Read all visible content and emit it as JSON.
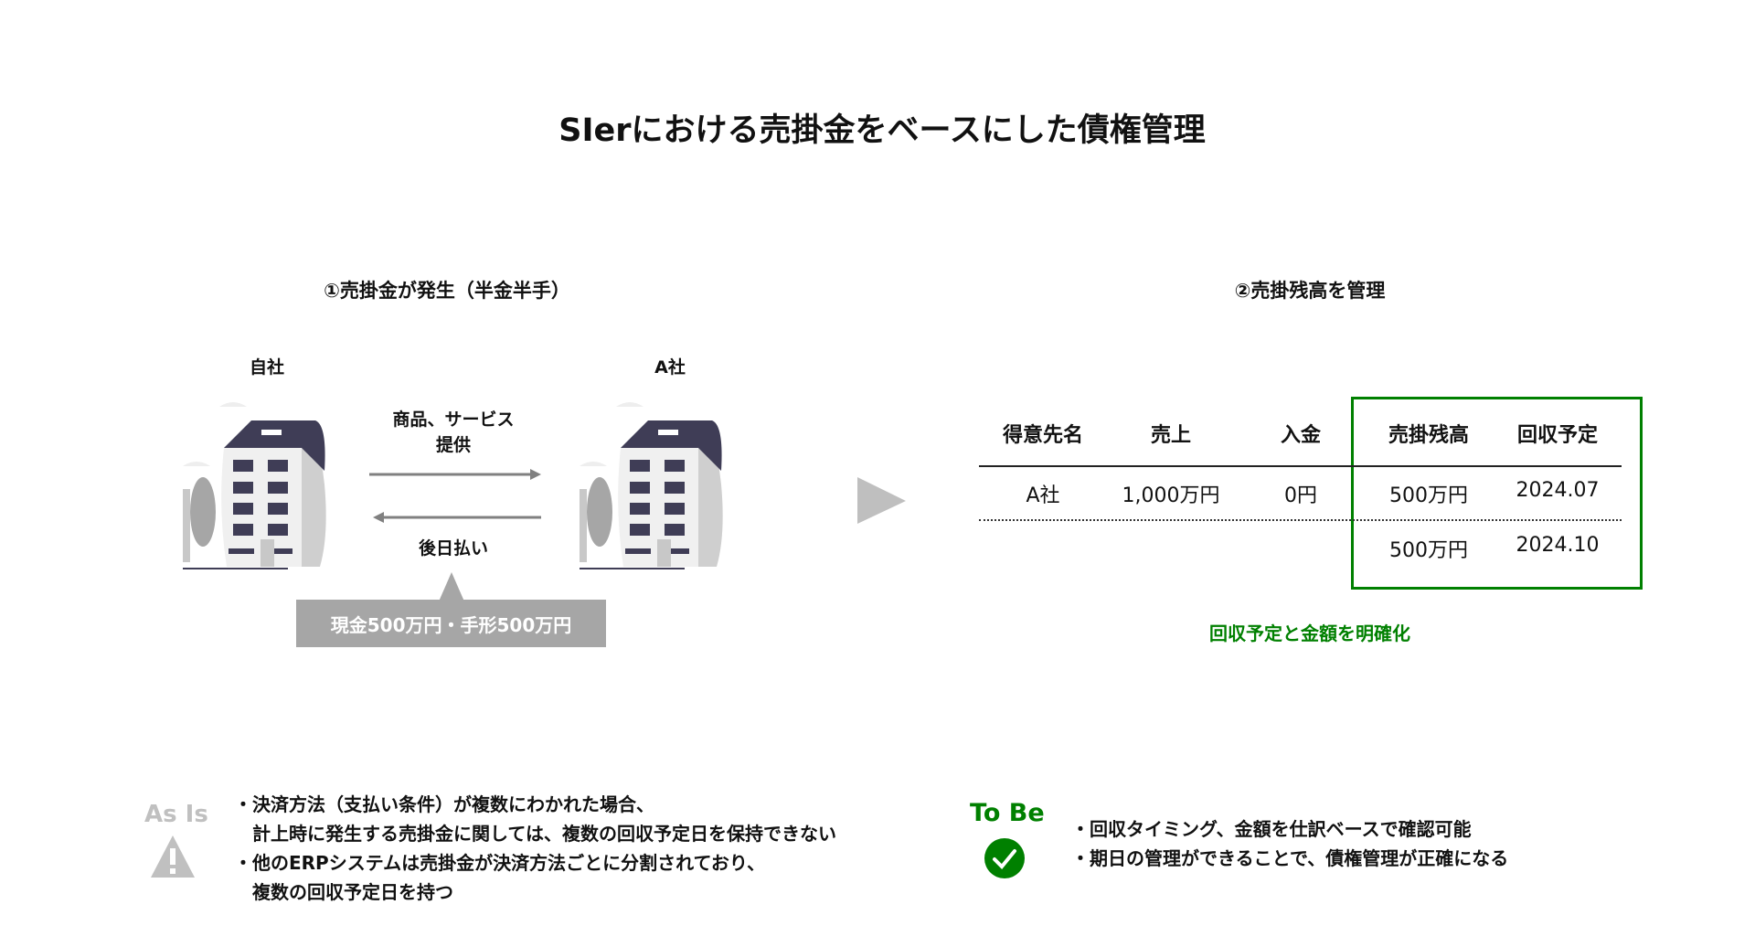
{
  "title": "SIerにおける売掛金をベースにした債権管理",
  "section1": {
    "heading": "①売掛金が発生（半金半手）",
    "own_company": "自社",
    "partner_company": "A社",
    "arrow_top_label_1": "商品、サービス",
    "arrow_top_label_2": "提供",
    "arrow_bottom_label": "後日払い",
    "callout": "現金500万円・手形500万円"
  },
  "section2": {
    "heading": "②売掛残高を管理",
    "table": {
      "headers": [
        "得意先名",
        "売上",
        "入金",
        "売掛残高",
        "回収予定"
      ],
      "rows": [
        [
          "A社",
          "1,000万円",
          "0円",
          "500万円",
          "2024.07"
        ],
        [
          "",
          "",
          "",
          "500万円",
          "2024.10"
        ]
      ]
    },
    "caption": "回収予定と金額を明確化"
  },
  "as_is": {
    "label": "As Is",
    "lines": [
      "・決済方法（支払い条件）が複数にわかれた場合、",
      "　計上時に発生する売掛金に関しては、複数の回収予定日を保持できない",
      "・他のERPシステムは売掛金が決済方法ごとに分割されており、",
      "　複数の回収予定日を持つ"
    ]
  },
  "to_be": {
    "label": "To Be",
    "lines": [
      "・回収タイミング、金額を仕訳ベースで確認可能",
      "・期日の管理ができることで、債権管理が正確になる"
    ]
  },
  "colors": {
    "accent_green": "#008000",
    "gray": "#a6a6a6",
    "building_dark": "#3f3d56"
  }
}
